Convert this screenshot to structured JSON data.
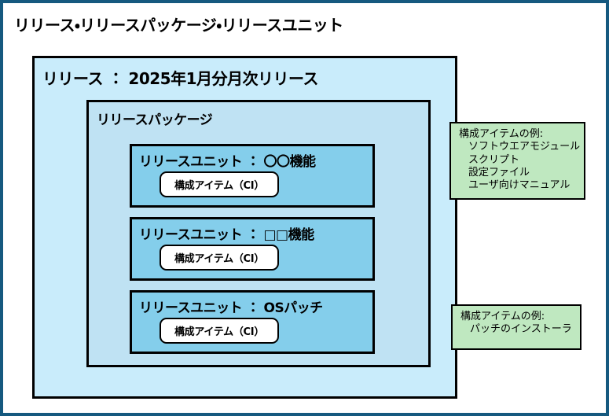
{
  "diagram": {
    "title": "リリース・リリースパッケージ・リリースユニット",
    "border_color": "#15597f",
    "background": "#ffffff"
  },
  "release": {
    "label": "リリース  ：  2025年1月分月次リリース",
    "name": "リリース",
    "separator": "：",
    "value": "2025年1月分月次リリース",
    "fill": "#c9ecfb"
  },
  "release_package": {
    "label": "リリースパッケージ",
    "fill": "#bfe2f3"
  },
  "release_units": [
    {
      "label": "リリースユニット  ：  〇〇機能",
      "name": "リリースユニット",
      "separator": "：",
      "value": "〇〇機能",
      "ci_label": "構成アイテム（CI）",
      "fill": "#84ceeb"
    },
    {
      "label": "リリースユニット  ：  □□機能",
      "name": "リリースユニット",
      "separator": "：",
      "value": "□□機能",
      "ci_label": "構成アイテム（CI）",
      "fill": "#84ceeb"
    },
    {
      "label": "リリースユニット  ：  OSパッチ",
      "name": "リリースユニット",
      "separator": "：",
      "value": "OSパッチ",
      "ci_label": "構成アイテム（CI）",
      "fill": "#84ceeb"
    }
  ],
  "callouts": [
    {
      "title": "構成アイテムの例:",
      "items": [
        "ソフトウエアモジュール",
        "スクリプト",
        "設定ファイル",
        "ユーザ向けマニュアル"
      ],
      "fill": "#bfe8c0"
    },
    {
      "title": "構成アイテムの例:",
      "items": [
        "パッチのインストーラ"
      ],
      "fill": "#bfe8c0"
    }
  ]
}
